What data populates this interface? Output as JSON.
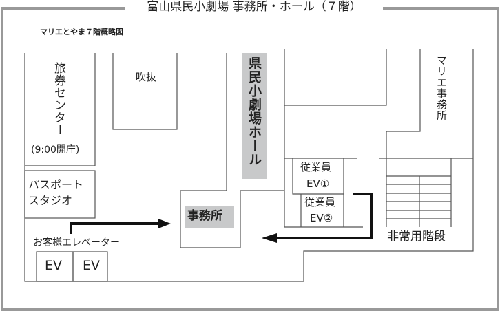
{
  "title": "富山県民小劇場 事務所・ホール（７階）",
  "subtitle": "マリエとやま７階概略図",
  "rooms": {
    "travel_center": "旅券センター",
    "travel_hours": "(9:00開庁)",
    "atrium": "吹抜",
    "hall": "県民小劇場ホール",
    "marie_office": "マリエ事務所",
    "staff_ev1_label": "従業員",
    "staff_ev1_num": "EV①",
    "staff_ev2_label": "従業員",
    "staff_ev2_num": "EV②",
    "emergency_stairs": "非常用階段",
    "office": "事務所",
    "passport_line1": "パスポート",
    "passport_line2": "スタジオ",
    "customer_elevator": "お客様エレベーター",
    "ev_left": "EV",
    "ev_right": "EV"
  },
  "colors": {
    "frame": "#999999",
    "highlight": "#c8c9ca",
    "line": "#555555",
    "arrow": "#111111"
  }
}
